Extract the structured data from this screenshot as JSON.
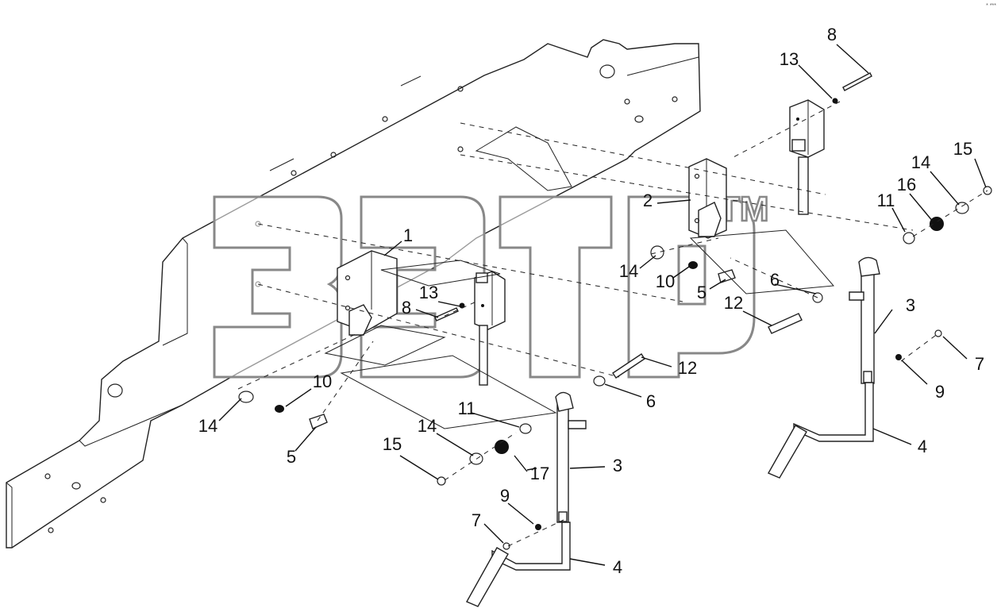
{
  "watermark": {
    "tm": "TM"
  },
  "corner_mark": "* ***",
  "part_numbers": {
    "p1": "1",
    "p2": "2",
    "p3a": "3",
    "p3b": "3",
    "p4a": "4",
    "p4b": "4",
    "p5a": "5",
    "p5b": "5",
    "p6a": "6",
    "p6b": "6",
    "p7a": "7",
    "p7b": "7",
    "p8a": "8",
    "p8b": "8",
    "p9a": "9",
    "p9b": "9",
    "p10a": "10",
    "p10b": "10",
    "p11a": "11",
    "p11b": "11",
    "p12a": "12",
    "p12b": "12",
    "p13a": "13",
    "p13b": "13",
    "p14a": "14",
    "p14b": "14",
    "p14c": "14",
    "p14d": "14",
    "p15a": "15",
    "p15b": "15",
    "p16": "16",
    "p17": "17"
  }
}
